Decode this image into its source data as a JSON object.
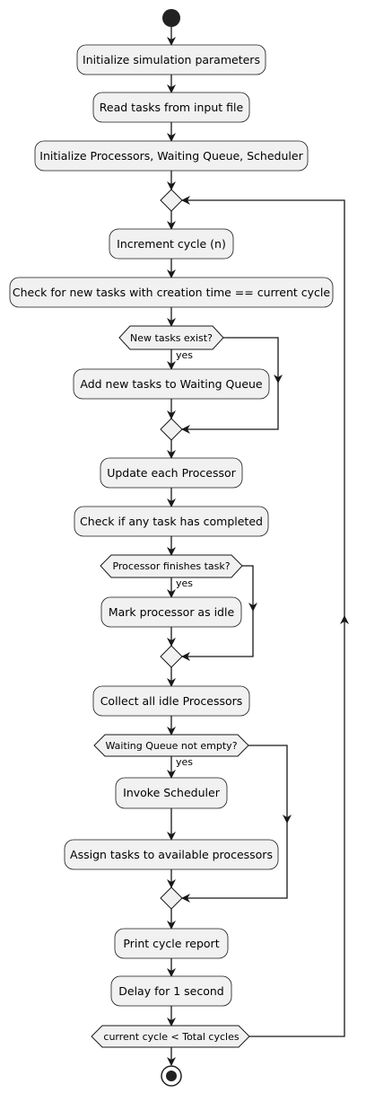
{
  "activities": {
    "init_params": "Initialize simulation parameters",
    "read_tasks": "Read tasks from input file",
    "init_components": "Initialize Processors, Waiting Queue, Scheduler",
    "increment_cycle": "Increment cycle (n)",
    "check_new_tasks": "Check for new tasks with creation time == current cycle",
    "add_to_queue": "Add new tasks to Waiting Queue",
    "update_processors": "Update each Processor",
    "check_completed": "Check if any task has completed",
    "mark_idle": "Mark processor as idle",
    "collect_idle": "Collect all idle Processors",
    "invoke_scheduler": "Invoke Scheduler",
    "assign_tasks": "Assign tasks to available processors",
    "print_report": "Print cycle report",
    "delay": "Delay for 1 second"
  },
  "conditions": {
    "new_tasks_exist": "New tasks exist?",
    "processor_finishes": "Processor finishes task?",
    "queue_not_empty": "Waiting Queue not empty?",
    "loop_condition": "current cycle < Total cycles"
  },
  "branch_labels": {
    "new_tasks_yes": "yes",
    "processor_yes": "yes",
    "queue_yes": "yes"
  },
  "colors": {
    "node_fill": "#f1f1f1",
    "node_stroke": "#181818",
    "start_fill": "#222222",
    "line": "#181818"
  }
}
